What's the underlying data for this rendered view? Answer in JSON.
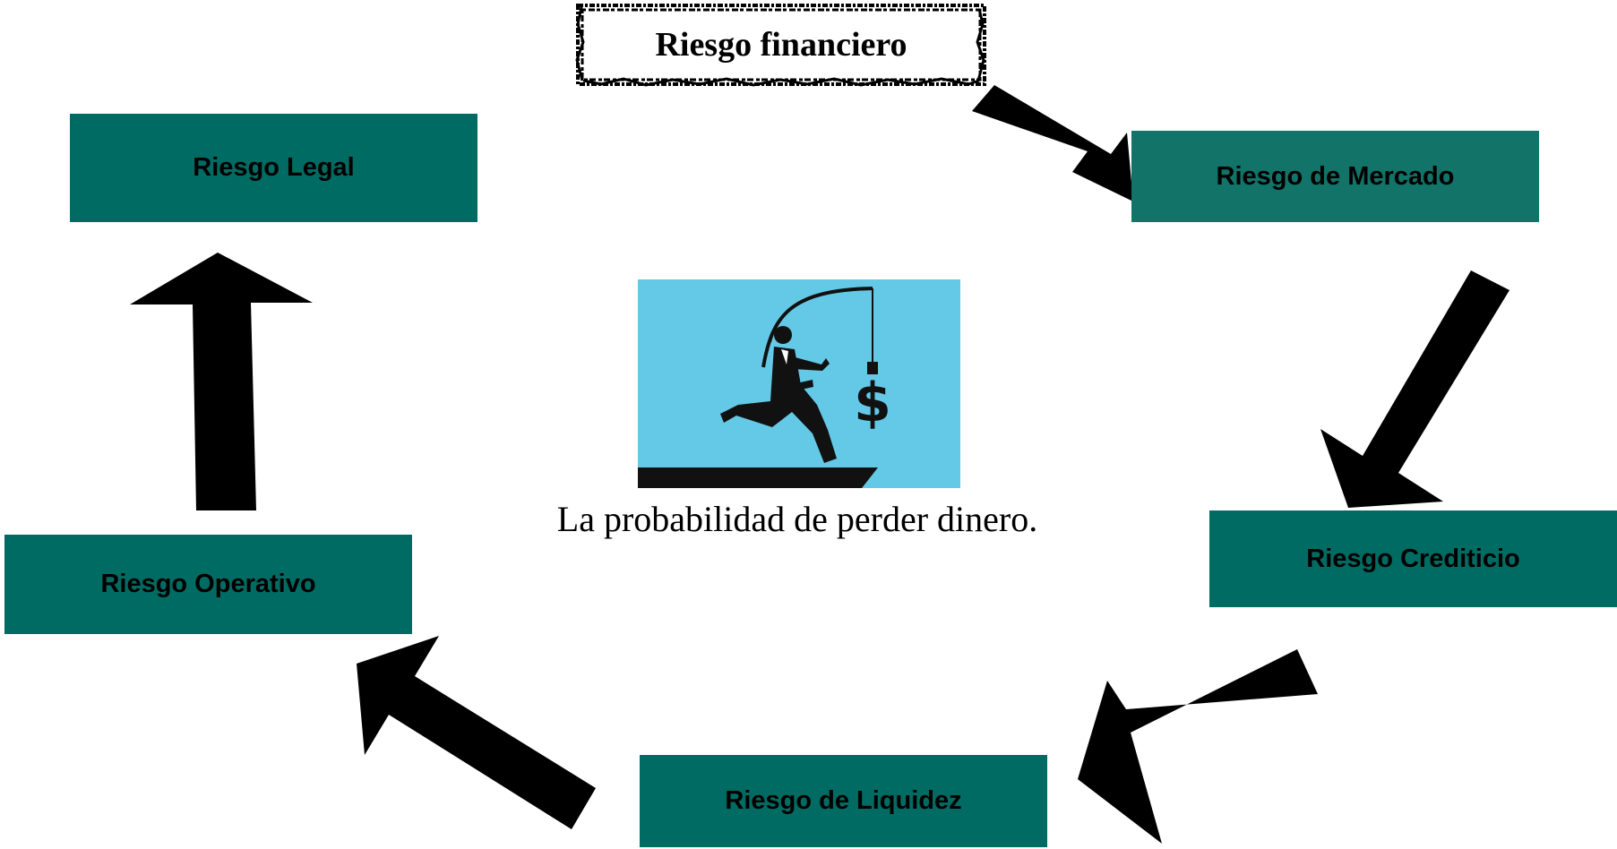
{
  "title": "Riesgo financiero",
  "center_caption": "La probabilidad de perder dinero.",
  "risks": {
    "market": "Riesgo de Mercado",
    "credit": "Riesgo Crediticio",
    "liquidity": "Riesgo de Liquidez",
    "operational": "Riesgo Operativo",
    "legal": "Riesgo Legal"
  },
  "illustration": "businessman-chasing-dollar-icon",
  "colors": {
    "box_fill": "#006B62",
    "box_fill_light": "#127368",
    "arrow": "#000000",
    "illustration_bg": "#63C9E6"
  }
}
